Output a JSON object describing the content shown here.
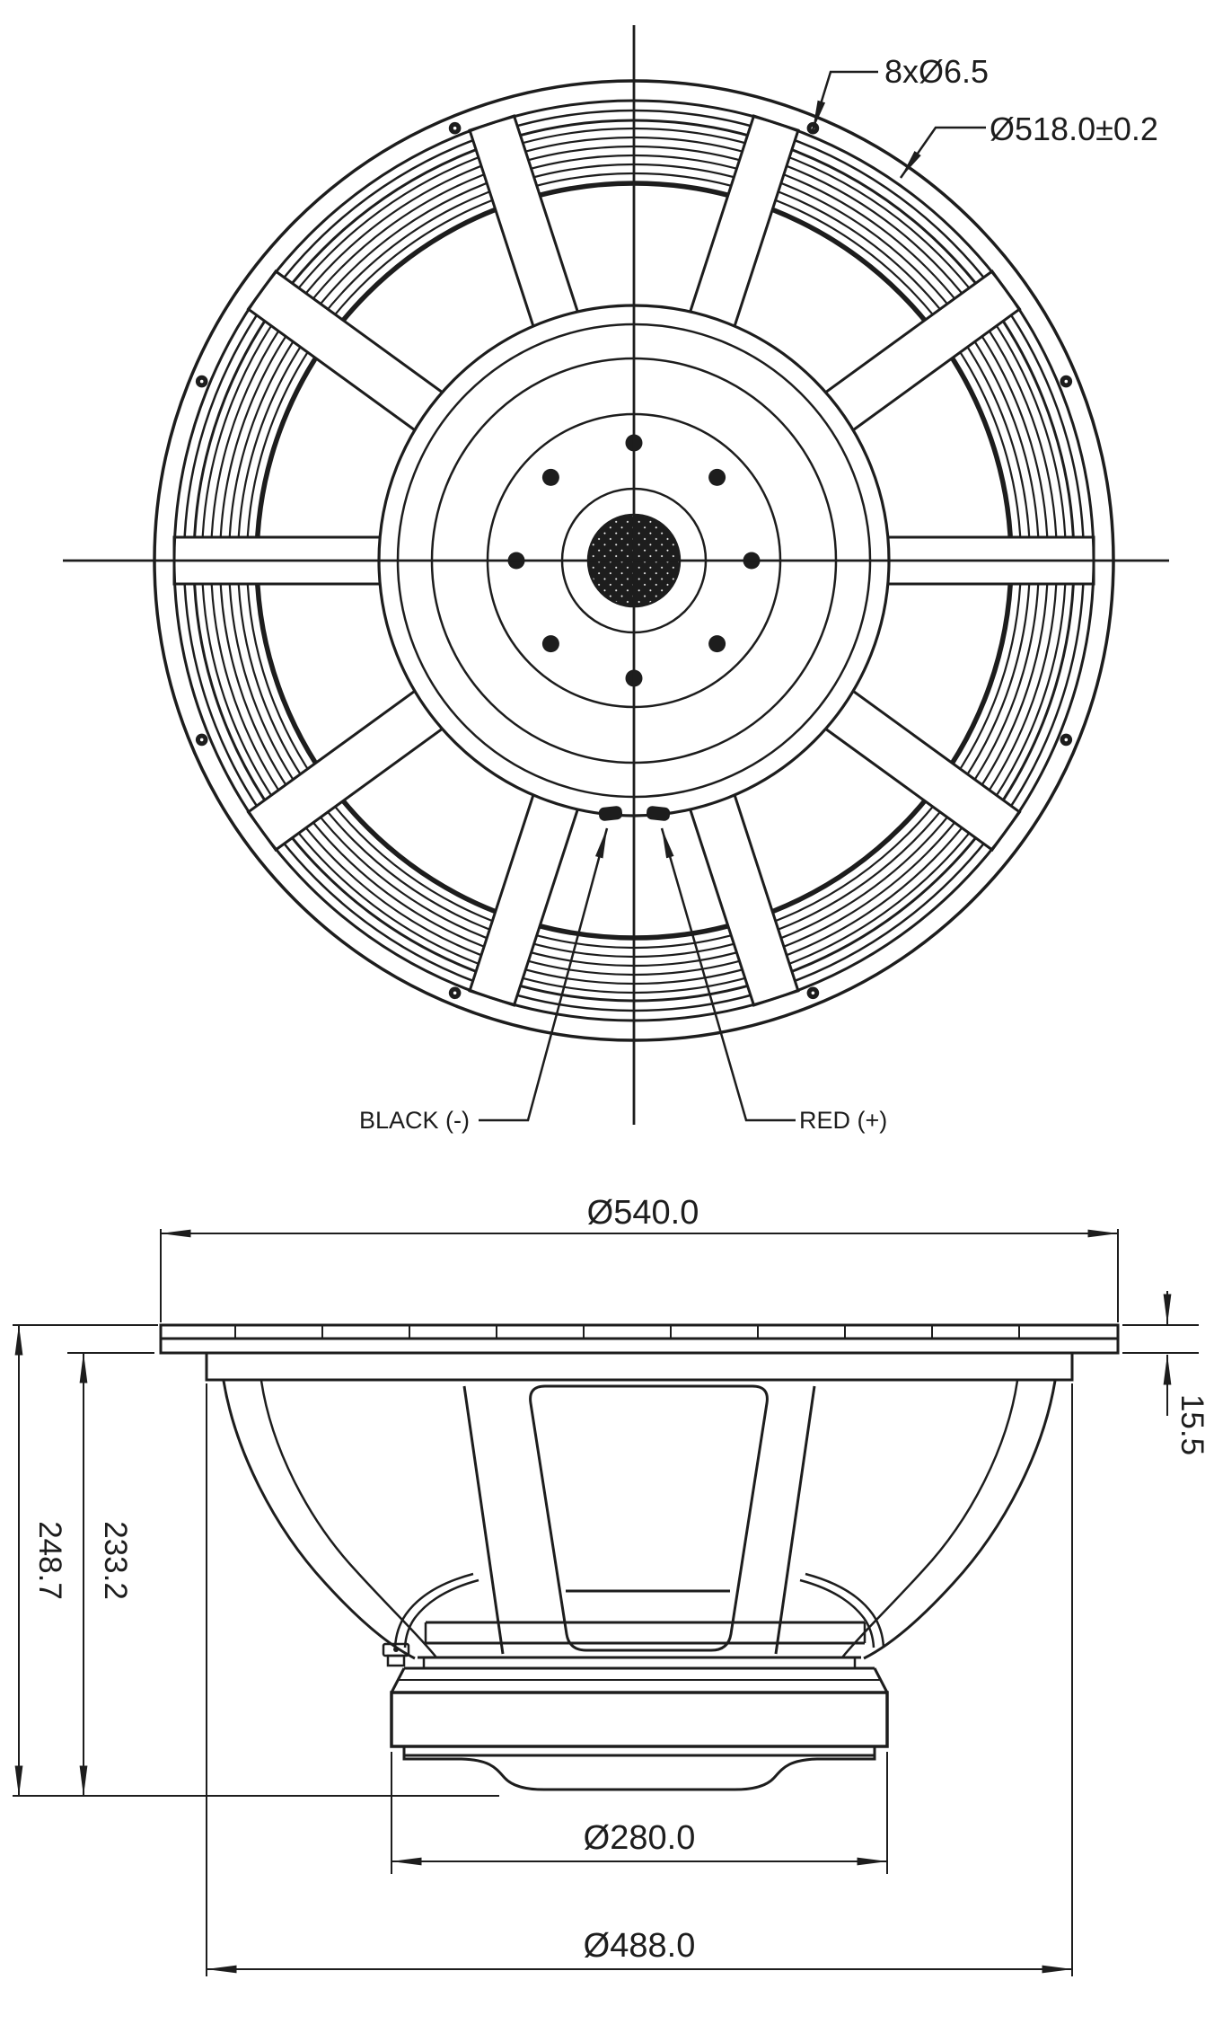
{
  "front_view": {
    "mounting_holes_label": "8xØ6.5",
    "bolt_circle_label": "Ø518.0±0.2",
    "negative_terminal_label": "BLACK (-)",
    "positive_terminal_label": "RED (+)"
  },
  "side_view": {
    "overall_diameter_label": "Ø540.0",
    "flange_thickness_label": "15.5",
    "overall_depth_label": "248.7",
    "mounting_depth_label": "233.2",
    "magnet_diameter_label": "Ø280.0",
    "basket_diameter_label": "Ø488.0"
  },
  "colors": {
    "line": "#1d1d1d",
    "paper": "#ffffff"
  }
}
